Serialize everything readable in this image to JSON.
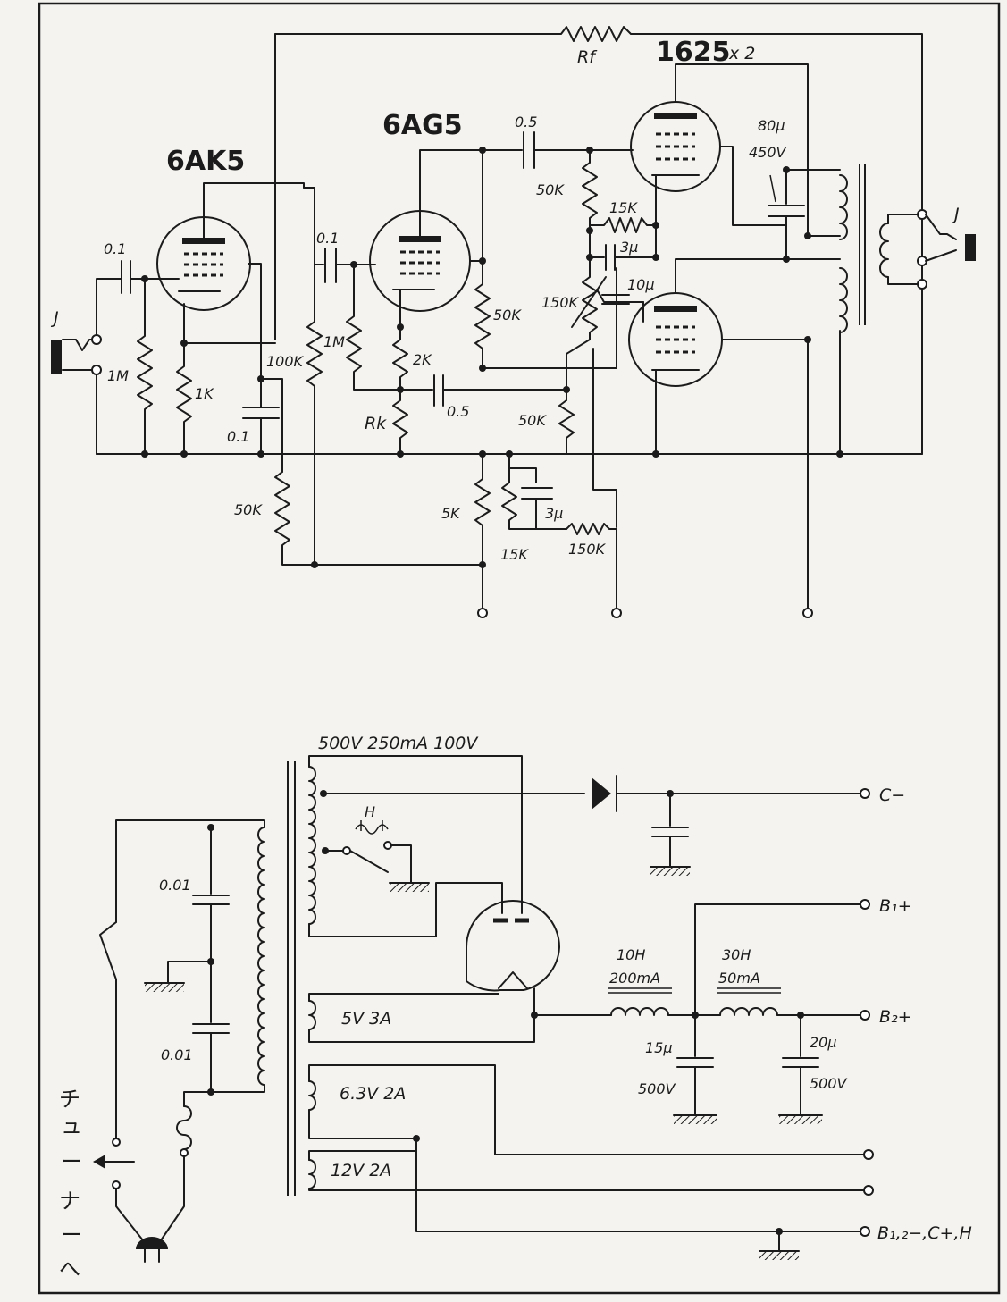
{
  "amp": {
    "tube_6ak5": "6AK5",
    "tube_6ag5": "6AG5",
    "tube_1625": "1625",
    "tube_1625_count": "x 2",
    "rf": "Rf",
    "rk": "Rk",
    "jack_in": "J",
    "jack_out": "J",
    "values": {
      "c_in": "0.1",
      "r_1m_a": "1M",
      "r_1k": "1K",
      "c_01_a": "0.1",
      "r_100k": "100K",
      "c_01_b": "0.1",
      "r_1m_b": "1M",
      "r_2k": "2K",
      "c_05_a": "0.5",
      "r_50k_a": "50K",
      "c_05_b": "0.5",
      "r_50k_b": "50K",
      "r_15k_a": "15K",
      "c_3u_a": "3μ",
      "r_150k_a": "150K",
      "c_10u": "10μ",
      "c_80u": "80μ",
      "v_450": "450V",
      "r_50k_c": "50K",
      "r_50k_d": "50K",
      "r_5k": "5K",
      "c_3u_b": "3μ",
      "r_15k_b": "15K",
      "r_150k_b": "150K"
    }
  },
  "psu": {
    "hv_label": "500V  250mA  100V",
    "heater_switch": "H",
    "c_top": "0.01",
    "c_bottom": "0.01",
    "w_5v": "5V  3A",
    "w_63v": "6.3V  2A",
    "w_12v": "12V  2A",
    "choke1_h": "10H",
    "choke1_ma": "200mA",
    "choke2_h": "30H",
    "choke2_ma": "50mA",
    "c_15u": "15μ",
    "c_15u_v": "500V",
    "c_20u": "20μ",
    "c_20u_v": "500V",
    "out_c_minus": "C−",
    "out_b1": "B₁+",
    "out_b2": "B₂+",
    "out_common": "B₁,₂−,C+,H",
    "tuner": [
      "チ",
      "ュ",
      "ー",
      "ナ",
      "ー",
      "へ"
    ]
  }
}
